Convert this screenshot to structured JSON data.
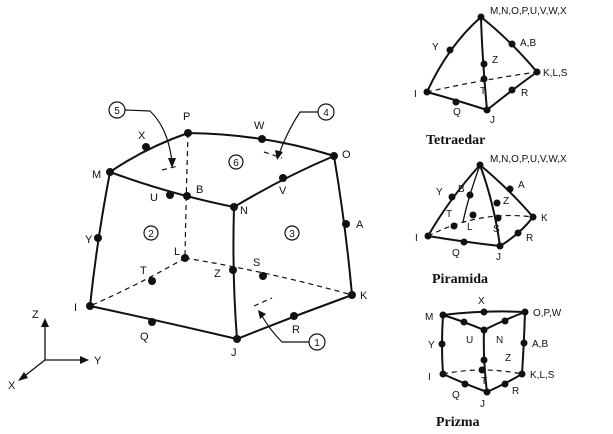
{
  "main_brick": {
    "corner_labels": {
      "M": "M",
      "P": "P",
      "O": "O",
      "N": "N",
      "I": "I",
      "J": "J",
      "K": "K",
      "L": "L"
    },
    "midside_labels": {
      "X": "X",
      "W": "W",
      "U": "U",
      "V": "V",
      "Y": "Y",
      "A": "A",
      "Z": "Z",
      "B": "B",
      "T": "T",
      "S": "S",
      "Q": "Q",
      "R": "R"
    },
    "face_numbers": [
      "1",
      "2",
      "3",
      "4",
      "5",
      "6"
    ]
  },
  "axes": {
    "z": "Z",
    "y": "Y",
    "x": "X"
  },
  "tetrahedron": {
    "caption": "Tetraedar",
    "labels": {
      "top": "M,N,O,P,U,V,W,X",
      "ab": "A,B",
      "y": "Y",
      "z": "Z",
      "kls": "K,L,S",
      "t": "T",
      "i": "I",
      "q": "Q",
      "j": "J",
      "r": "R"
    }
  },
  "pyramid": {
    "caption": "Piramida",
    "labels": {
      "top": "M,N,O,P,U,V,W,X",
      "a": "A",
      "y": "Y",
      "b": "B",
      "z": "Z",
      "t": "T",
      "l": "L",
      "k": "K",
      "i": "I",
      "s": "S",
      "r": "R",
      "q": "Q",
      "j": "J"
    }
  },
  "prism": {
    "caption": "Prizma",
    "labels": {
      "m": "M",
      "x": "X",
      "opw": "O,P,W",
      "y": "Y",
      "u": "U",
      "n": "N",
      "ab": "A,B",
      "z": "Z",
      "i": "I",
      "kls": "K,L,S",
      "t": "T",
      "q": "Q",
      "r": "R",
      "j": "J"
    }
  }
}
